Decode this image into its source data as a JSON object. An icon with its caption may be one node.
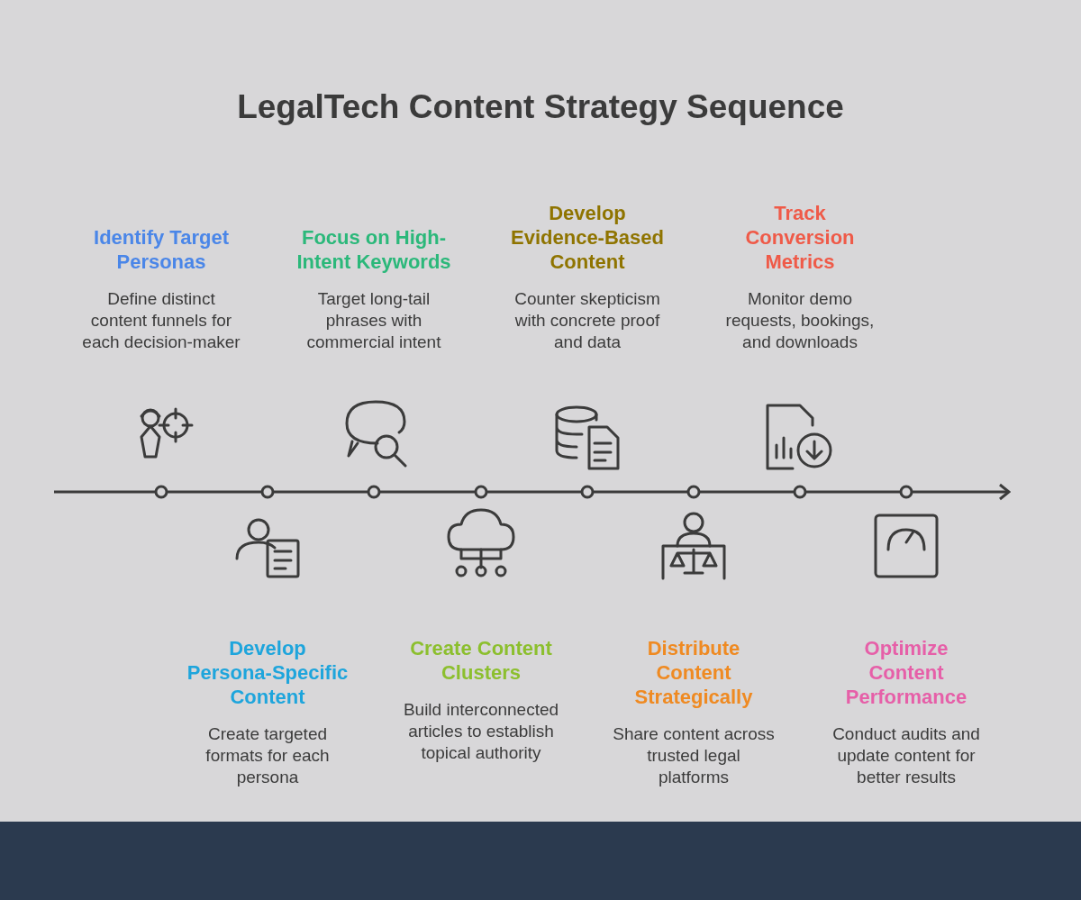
{
  "diagram": {
    "title": "LegalTech Content Strategy Sequence",
    "nodes": [
      {
        "text": [
          "Identify Target Personas",
          "Define distinct content funnels for each decision-maker"
        ]
      },
      {
        "text": [
          "Develop Persona-Specific Content",
          "Create targeted formats for each persona"
        ]
      },
      {
        "text": [
          "Focus on High-Intent Keywords",
          "Target long-tail phrases with commercial intent"
        ]
      },
      {
        "text": [
          "Create Content Clusters",
          "Build interconnected articles to establish topical authority"
        ]
      },
      {
        "text": [
          "Develop Evidence-Based Content",
          "Counter skepticism with concrete proof and data"
        ]
      },
      {
        "text": [
          "Distribute Content Strategically",
          "Share content across trusted legal platforms"
        ]
      },
      {
        "text": [
          "Track Conversion Metrics",
          "Monitor demo requests, bookings, and downloads"
        ]
      },
      {
        "text": [
          "Optimize Content Performance",
          "Conduct audits and update content for better results"
        ]
      }
    ]
  }
}
